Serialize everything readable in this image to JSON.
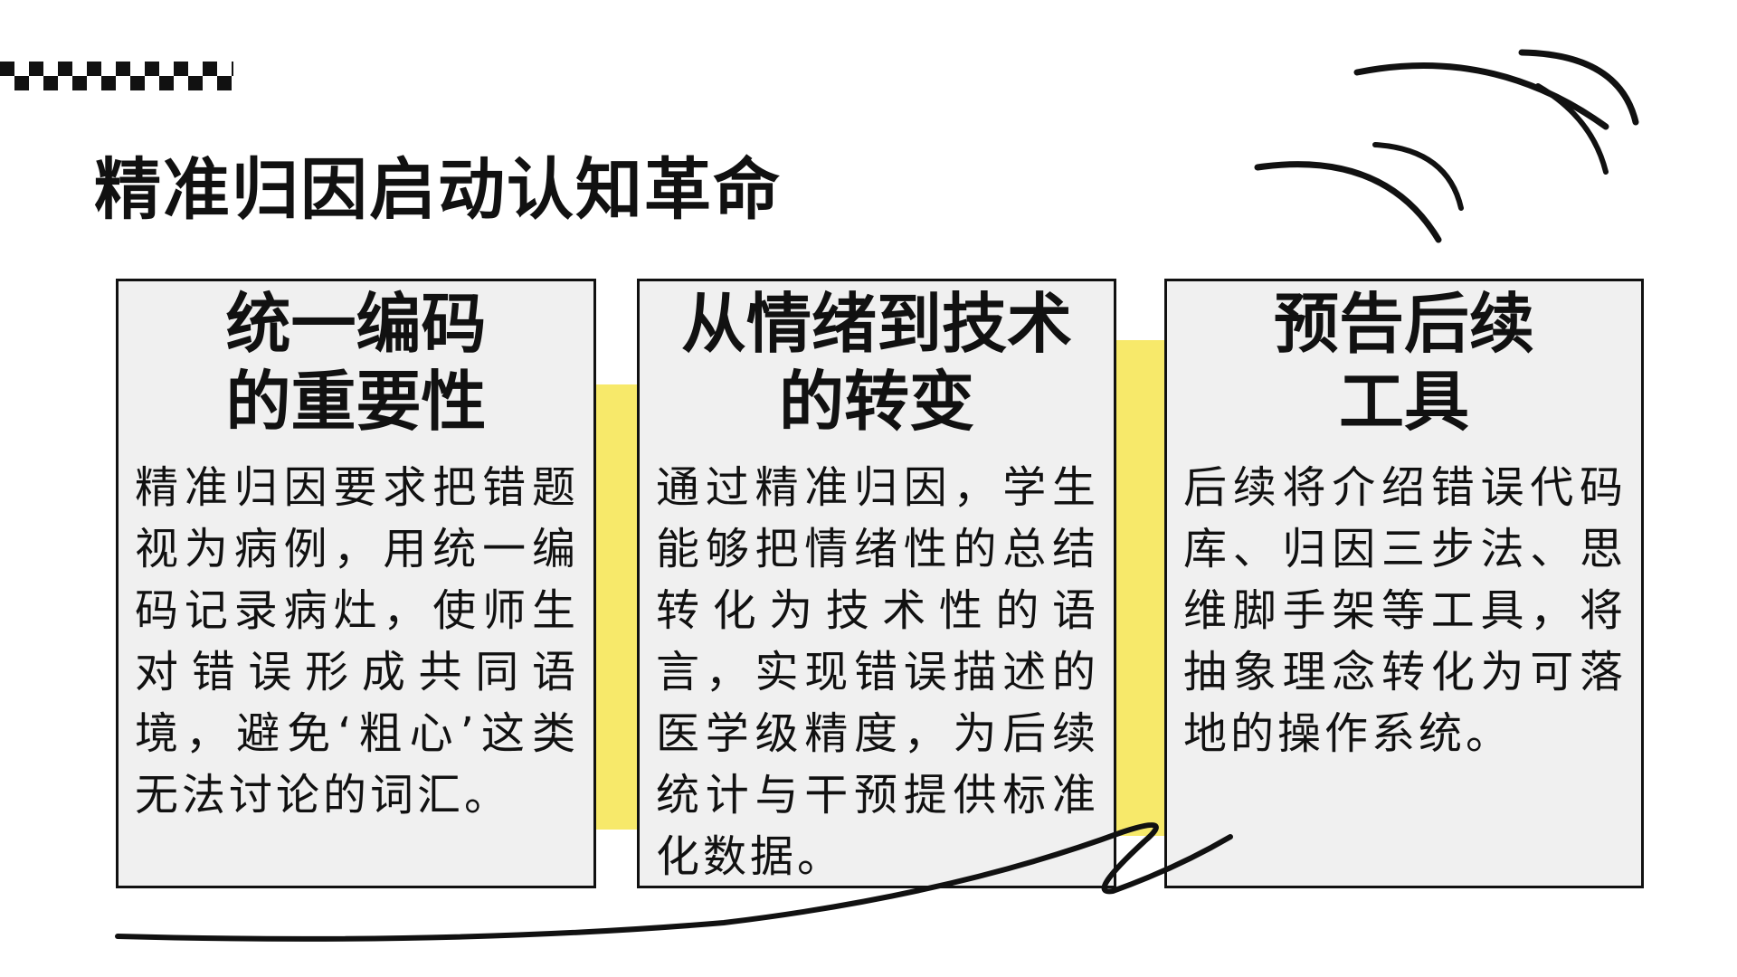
{
  "title": "精准归因启动认知革命",
  "cards": [
    {
      "heading_line1": "统一编码",
      "heading_line2": "的重要性",
      "body": "精准归因要求把错题视为病例，用统一编码记录病灶，使师生对错误形成共同语境，避免‘粗心’这类无法讨论的词汇。"
    },
    {
      "heading_line1": "从情绪到技术",
      "heading_line2": "的转变",
      "body": "通过精准归因，学生能够把情绪性的总结转化为技术性的语言，实现错误描述的医学级精度，为后续统计与干预提供标准化数据。"
    },
    {
      "heading_line1": "预告后续",
      "heading_line2": "工具",
      "body": "后续将介绍错误代码库、归因三步法、思维脚手架等工具，将抽象理念转化为可落地的操作系统。"
    }
  ],
  "colors": {
    "accent": "#f7e96a",
    "card_bg": "#f0f0f0",
    "ink": "#111111"
  }
}
